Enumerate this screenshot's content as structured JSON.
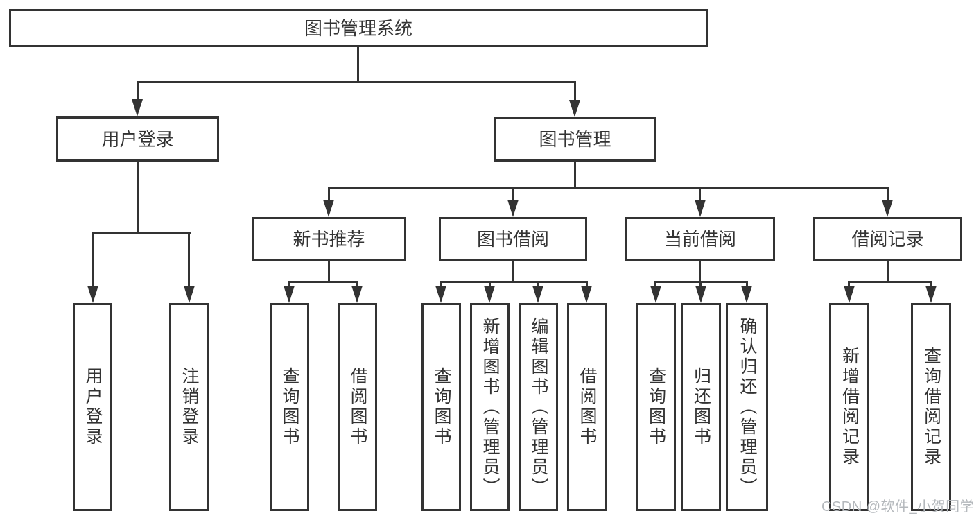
{
  "diagram": {
    "root_label": "图书管理系统",
    "user": {
      "label": "用户登录",
      "children": [
        "用户登录",
        "注销登录"
      ]
    },
    "books": {
      "label": "图书管理",
      "groups": [
        {
          "label": "新书推荐",
          "children": [
            "查询图书",
            "借阅图书"
          ]
        },
        {
          "label": "图书借阅",
          "children": [
            "查询图书",
            "新增图书（管理员）",
            "编辑图书（管理员）",
            "借阅图书"
          ]
        },
        {
          "label": "当前借阅",
          "children": [
            "查询图书",
            "归还图书",
            "确认归还（管理员）"
          ]
        },
        {
          "label": "借阅记录",
          "children": [
            "新增借阅记录",
            "查询借阅记录"
          ]
        }
      ]
    },
    "colors": {
      "line": "#333333",
      "box_background": "#ffffff",
      "text": "#333333",
      "watermark": "#b4b8bc"
    }
  },
  "watermark": "CSDN @软件_小贺同学"
}
